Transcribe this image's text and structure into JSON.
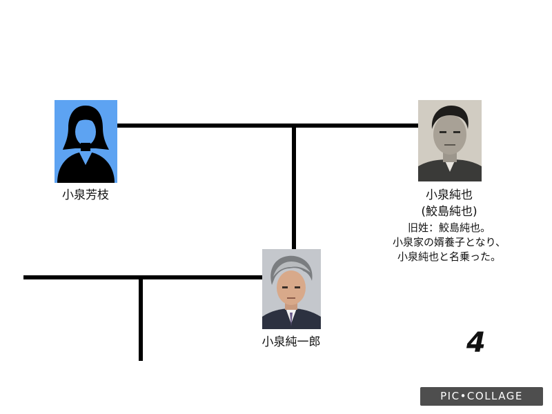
{
  "people": [
    {
      "id": "yoshie",
      "name": "小泉芳枝",
      "photo": "silhouette-avatar-icon"
    },
    {
      "id": "junya",
      "name": "小泉純也",
      "alt_name": "(鮫島純也)",
      "photo": "man-portrait-sepia"
    },
    {
      "id": "junichiro",
      "name": "小泉純一郎",
      "photo": "man-portrait-color"
    }
  ],
  "note": {
    "lines": [
      "旧姓：鮫島純也。",
      "小泉家の婿養子となり、",
      "小泉純也と名乗った。"
    ]
  },
  "page_number": "4",
  "watermark": "PIC•COLLAGE",
  "colors": {
    "silhouette_bg": "#5da3f2",
    "line": "#000000",
    "watermark_bg": "#4e4e4e"
  }
}
